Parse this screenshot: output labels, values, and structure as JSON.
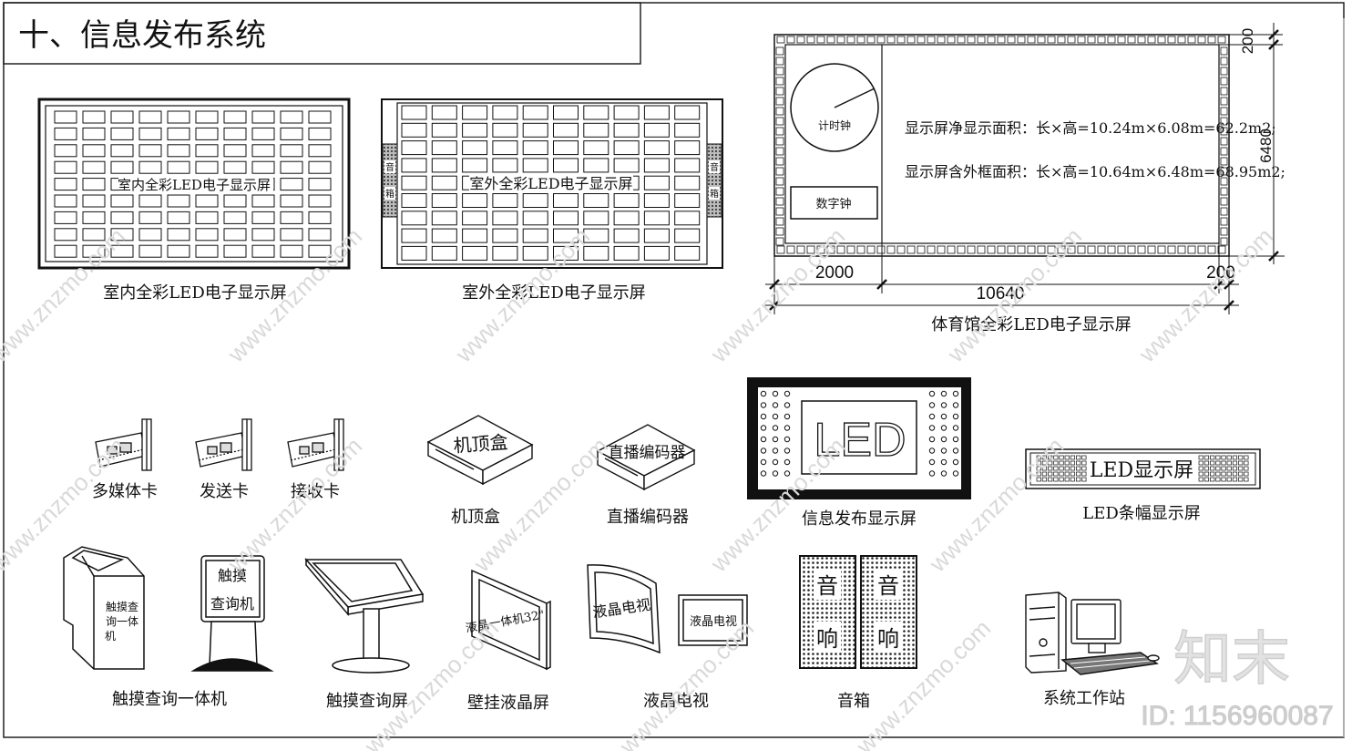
{
  "title": "十、信息发布系统",
  "indoor_screen": {
    "inner_label": "室内全彩LED电子显示屏",
    "caption": "室内全彩LED电子显示屏"
  },
  "outdoor_screen": {
    "inner_label": "室外全彩LED电子显示屏",
    "caption": "室外全彩LED电子显示屏",
    "speaker_left": [
      "音",
      "箱"
    ],
    "speaker_right": [
      "音",
      "箱"
    ]
  },
  "stadium_screen": {
    "timer_label": "计时钟",
    "digital_clock_label": "数字钟",
    "net_area": "显示屏净显示面积：长×高=10.24m×6.08m=62.2m2;",
    "gross_area": "显示屏含外框面积：长×高=10.64m×6.48m=68.95m2;",
    "dims": {
      "top_border": "200",
      "height": "6480",
      "left_width": "2000",
      "total_width": "10640",
      "right_border": "200"
    },
    "caption": "体育馆全彩LED电子显示屏"
  },
  "cards": [
    {
      "caption": "多媒体卡"
    },
    {
      "caption": "发送卡"
    },
    {
      "caption": "接收卡"
    }
  ],
  "set_top_box": {
    "label": "机顶盒",
    "caption": "机顶盒"
  },
  "encoder": {
    "label": "直播编码器",
    "caption": "直播编码器"
  },
  "info_screen": {
    "label": "LED",
    "caption": "信息发布显示屏"
  },
  "banner_screen": {
    "label": "LED显示屏",
    "caption": "LED条幅显示屏"
  },
  "kiosk_all_in_one": {
    "label": "触摸查询一体机",
    "caption": "触摸查询一体机"
  },
  "touch_query_machine": {
    "label_line1": "触摸",
    "label_line2": "查询机"
  },
  "touch_query_screen": {
    "caption": "触摸查询屏"
  },
  "wall_lcd": {
    "label": "液晶一体机32\"",
    "caption": "壁挂液晶屏"
  },
  "lcd_tv": {
    "label_big": "液晶电视",
    "label_small": "液晶电视",
    "caption": "液晶电视"
  },
  "speakers": {
    "top": "音",
    "bottom": "响",
    "caption": "音箱"
  },
  "workstation": {
    "caption": "系统工作站"
  },
  "watermark": {
    "text": "www.znzmo.com",
    "brand": "知末",
    "id": "ID: 1156960087"
  }
}
